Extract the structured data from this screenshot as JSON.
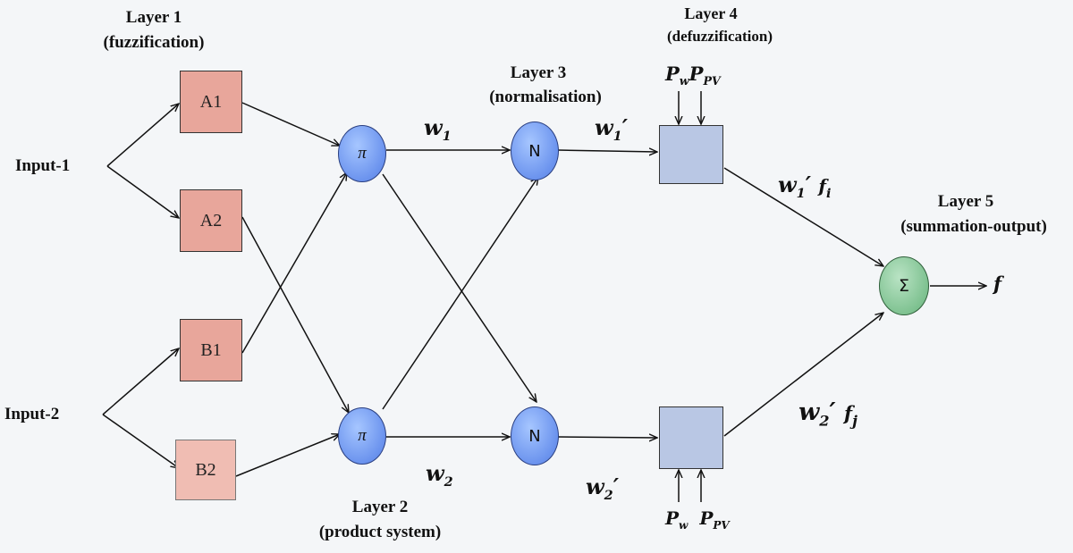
{
  "layers": {
    "layer1": {
      "title": "Layer 1",
      "subtitle": "(fuzzification)"
    },
    "layer2": {
      "title": "Layer 2",
      "subtitle": "(product system)"
    },
    "layer3": {
      "title": "Layer 3",
      "subtitle": "(normalisation)"
    },
    "layer4": {
      "title": "Layer 4",
      "subtitle": "(defuzzification)"
    },
    "layer5": {
      "title": "Layer 5",
      "subtitle": "(summation-output)"
    }
  },
  "inputs": {
    "input1": "Input-1",
    "input2": "Input-2"
  },
  "mf_nodes": {
    "a1": "A1",
    "a2": "A2",
    "b1": "B1",
    "b2": "B2"
  },
  "product_nodes": {
    "top": "π",
    "bottom": "π"
  },
  "norm_nodes": {
    "top": "N",
    "bottom": "N"
  },
  "sum_node": "Σ",
  "output": "f",
  "weights": {
    "w1": {
      "base": "w",
      "sub": "1"
    },
    "w2": {
      "base": "w",
      "sub": "2"
    },
    "w1n": {
      "base": "w",
      "sub": "1",
      "prime": "′"
    },
    "w2n": {
      "base": "w",
      "sub": "2",
      "prime": "′"
    },
    "w1f": {
      "base": "w",
      "sub": "1",
      "prime": "′",
      "f": "f",
      "fsub": "i"
    },
    "w2f": {
      "base": "w",
      "sub": "2",
      "prime": "′",
      "f": "f",
      "fsub": "j"
    }
  },
  "defuzz_inputs": {
    "top": {
      "pw": "P",
      "pw_sub": "w",
      "ppv": "P",
      "ppv_sub": "PV"
    },
    "bottom": {
      "pw": "P",
      "pw_sub": "w",
      "ppv": "P",
      "ppv_sub": "PV"
    }
  },
  "colors": {
    "fuzzy": "#e8a69b",
    "defuzz": "#b9c7e4",
    "node_blue": "#6b93ee",
    "node_green": "#7fc291"
  }
}
